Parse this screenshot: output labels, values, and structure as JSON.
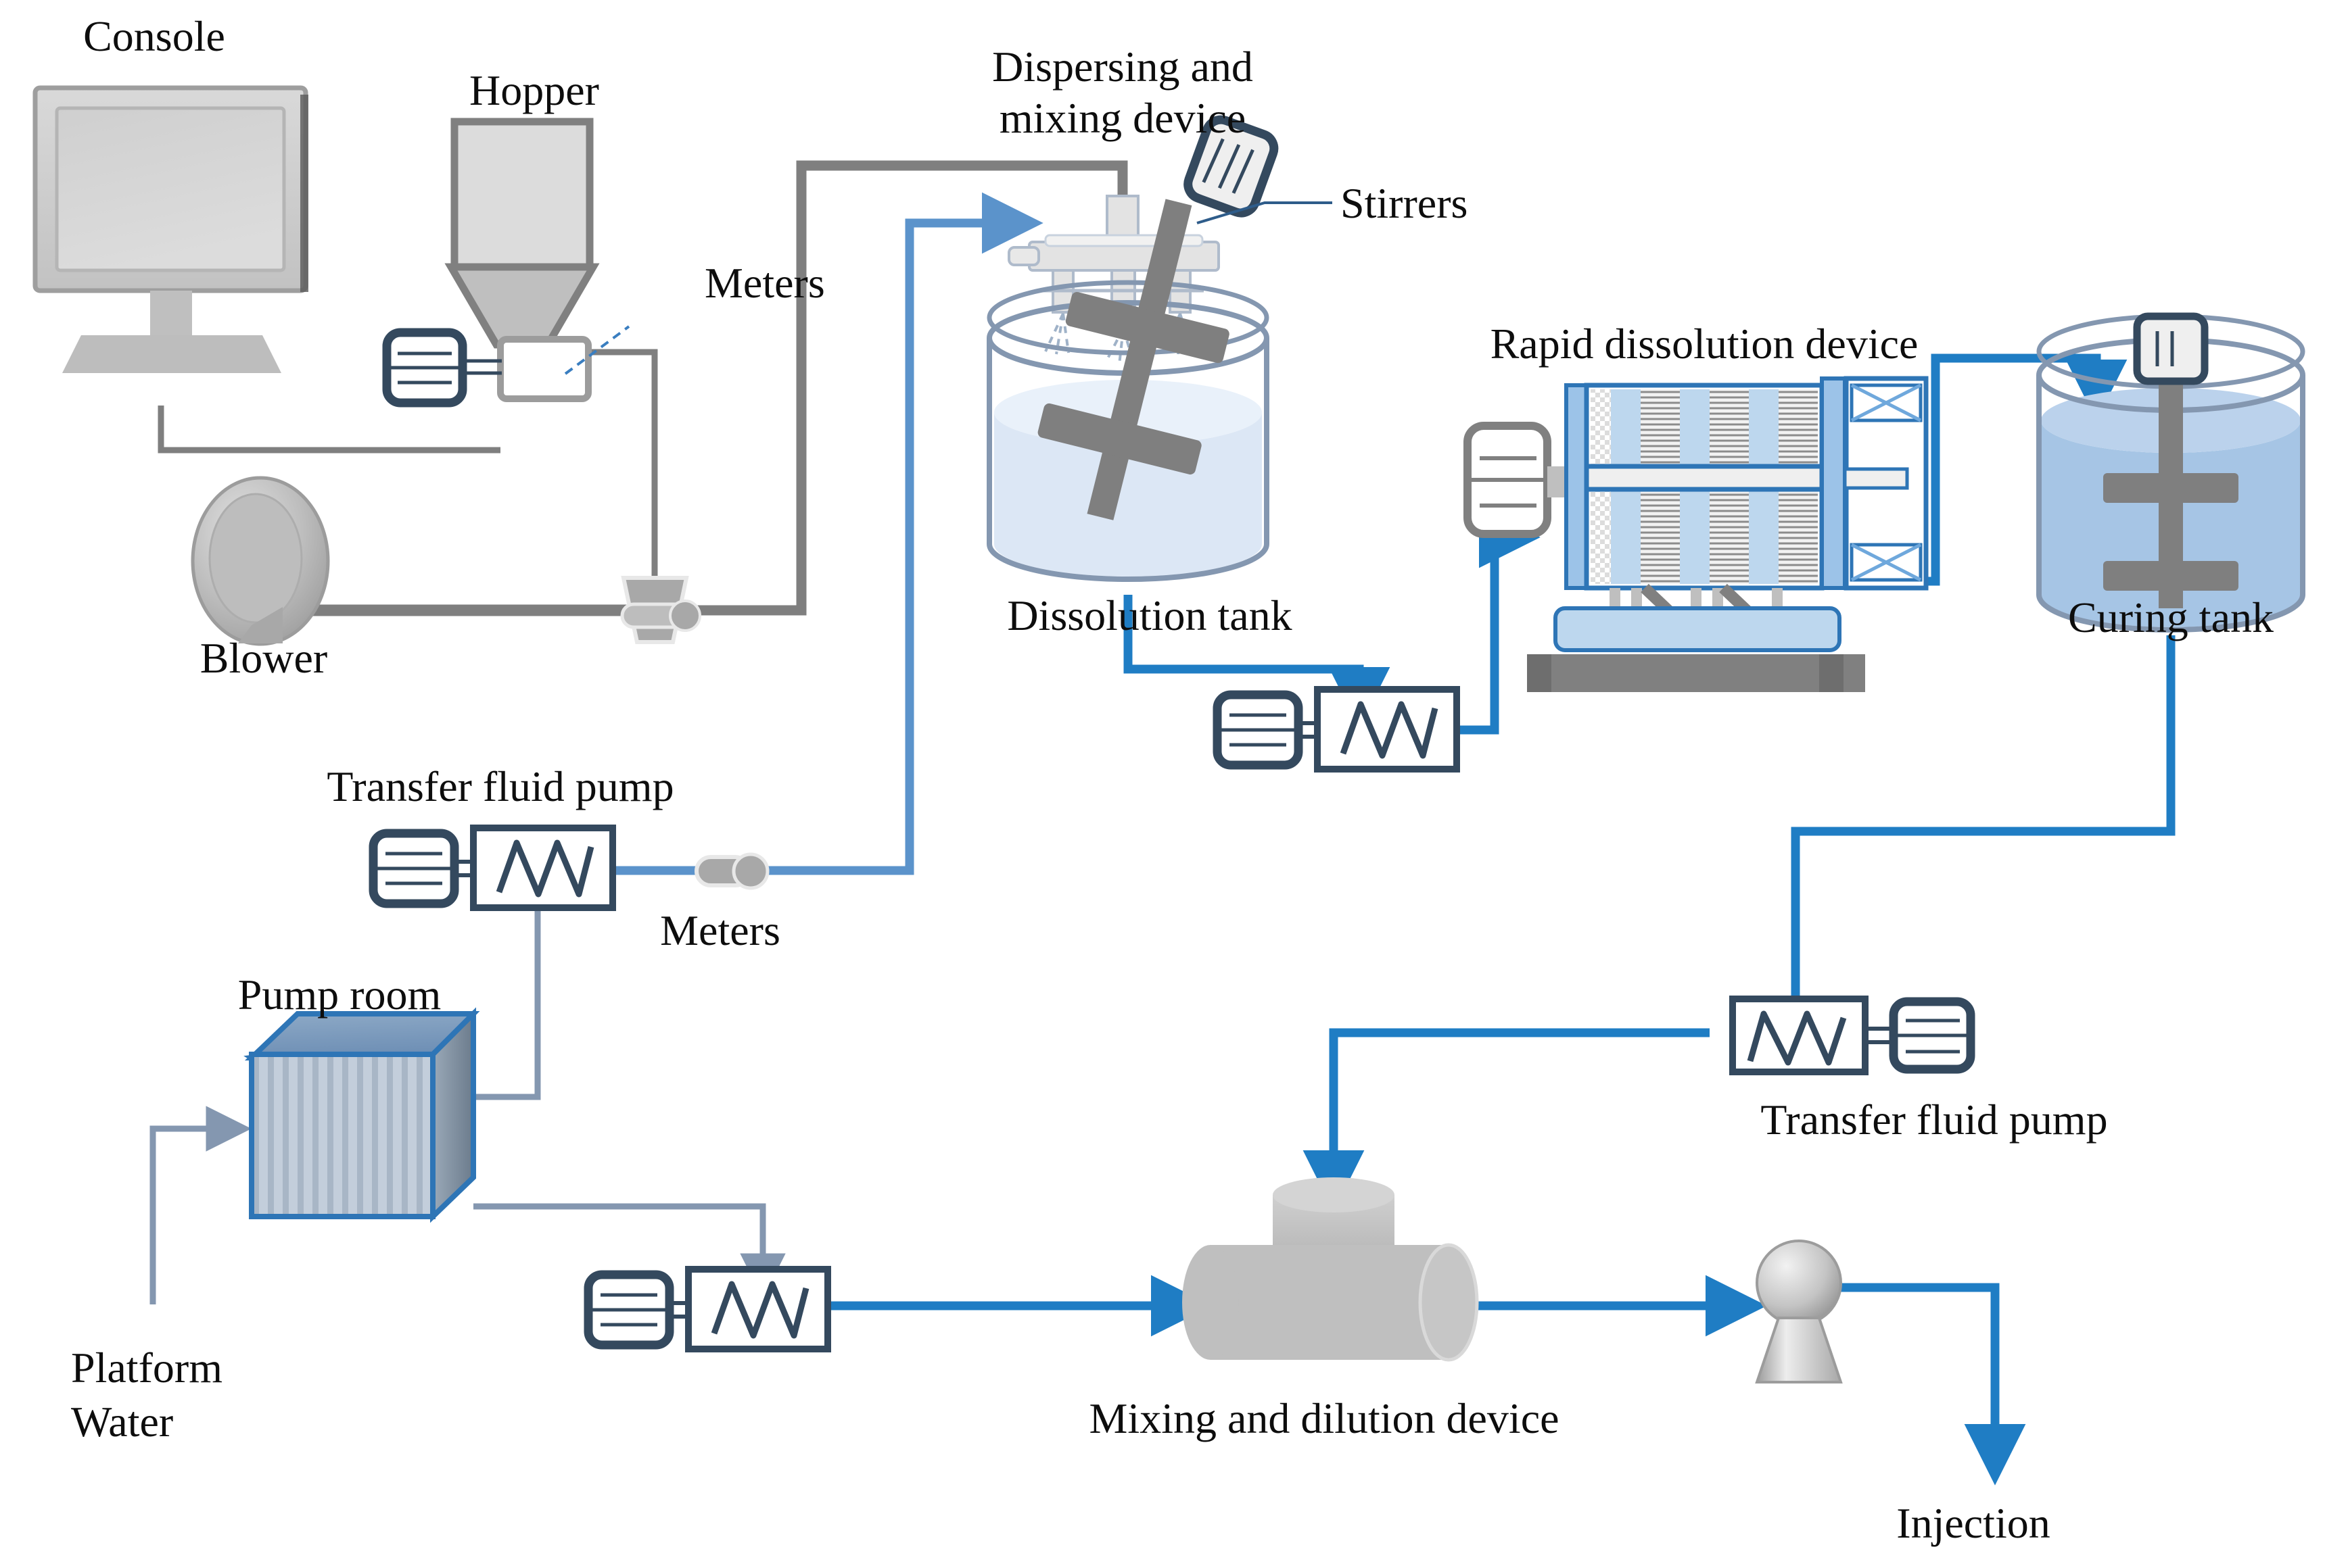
{
  "diagram": {
    "title": "Polymer dissolution, curing and injection process flow",
    "domain": "process-flow-diagram"
  },
  "colors": {
    "pipe_blue": "#1F7DC4",
    "pipe_blue_light": "#6C9FD0",
    "pipe_grey": "#7F7F7F",
    "pipe_steel": "#8497B0",
    "equipment_grey": "#BFBFBF",
    "equipment_grey_dark": "#808080",
    "outline_navy": "#34495E",
    "tank_liquid_light": "#DCE7F5",
    "tank_liquid_dark": "#A6C5E5",
    "tank_outline": "#8497B0",
    "roof_blue": "#6E8FB5",
    "text": "#0D0D0D"
  },
  "labels": {
    "console": "Console",
    "hopper": "Hopper",
    "meters_top": "Meters",
    "dispersing_mixing_device": "Dispersing and\nmixing device",
    "dispersing_line1": "Dispersing and",
    "dispersing_line2": "mixing device",
    "stirrers": "Stirrers",
    "rapid_dissolution_device": "Rapid dissolution device",
    "dissolution_tank": "Dissolution tank",
    "curing_tank": "Curing tank",
    "blower": "Blower",
    "transfer_fluid_pump_left": "Transfer fluid pump",
    "transfer_fluid_pump_right": "Transfer fluid pump",
    "meters_mid": "Meters",
    "pump_room": "Pump room",
    "platform_water_line1": "Platform",
    "platform_water_line2": "Water",
    "mixing_dilution_device": "Mixing and dilution device",
    "injection": "Injection"
  },
  "equipment": [
    {
      "id": "console",
      "name": "Console",
      "type": "monitor"
    },
    {
      "id": "hopper",
      "name": "Hopper",
      "type": "hopper"
    },
    {
      "id": "meter-hopper",
      "name": "Meters",
      "type": "meter-box"
    },
    {
      "id": "blower",
      "name": "Blower",
      "type": "blower"
    },
    {
      "id": "venturi",
      "name": "Venturi",
      "type": "funnel"
    },
    {
      "id": "dispersing-mixing-device",
      "name": "Dispersing and mixing device",
      "type": "spray-head"
    },
    {
      "id": "dissolution-tank",
      "name": "Dissolution tank",
      "type": "tank"
    },
    {
      "id": "stirrers",
      "name": "Stirrers",
      "type": "paddle"
    },
    {
      "id": "pump-dissolution-outlet",
      "name": "Pump",
      "type": "pump"
    },
    {
      "id": "rapid-dissolution-device",
      "name": "Rapid dissolution device",
      "type": "module"
    },
    {
      "id": "curing-tank",
      "name": "Curing tank",
      "type": "tank"
    },
    {
      "id": "transfer-fluid-pump-left",
      "name": "Transfer fluid pump",
      "type": "pump"
    },
    {
      "id": "meter-inline",
      "name": "Meters",
      "type": "inline-meter"
    },
    {
      "id": "pump-room",
      "name": "Pump room",
      "type": "building"
    },
    {
      "id": "pump-platform-water",
      "name": "Pump",
      "type": "pump"
    },
    {
      "id": "transfer-fluid-pump-right",
      "name": "Transfer fluid pump",
      "type": "pump"
    },
    {
      "id": "mixing-dilution-device",
      "name": "Mixing and dilution device",
      "type": "vessel"
    },
    {
      "id": "injection-pump",
      "name": "Injection",
      "type": "injection-pump"
    }
  ],
  "flows": [
    {
      "from": "console",
      "to": "meter-hopper",
      "medium": "signal"
    },
    {
      "from": "hopper",
      "to": "meter-hopper",
      "medium": "powder"
    },
    {
      "from": "blower",
      "to": "venturi",
      "medium": "air"
    },
    {
      "from": "meter-hopper",
      "to": "venturi",
      "medium": "powder"
    },
    {
      "from": "venturi",
      "to": "dispersing-mixing-device",
      "medium": "powder-air"
    },
    {
      "from": "transfer-fluid-pump-left",
      "to": "meter-inline",
      "medium": "water"
    },
    {
      "from": "meter-inline",
      "to": "dispersing-mixing-device",
      "medium": "water"
    },
    {
      "from": "dissolution-tank",
      "to": "pump-dissolution-outlet",
      "medium": "solution"
    },
    {
      "from": "pump-dissolution-outlet",
      "to": "rapid-dissolution-device",
      "medium": "solution"
    },
    {
      "from": "rapid-dissolution-device",
      "to": "curing-tank",
      "medium": "solution"
    },
    {
      "from": "curing-tank",
      "to": "transfer-fluid-pump-right",
      "medium": "solution"
    },
    {
      "from": "transfer-fluid-pump-right",
      "to": "mixing-dilution-device",
      "medium": "solution"
    },
    {
      "from": "pump-room",
      "to": "transfer-fluid-pump-left",
      "medium": "water"
    },
    {
      "from": "pump-room",
      "to": "pump-platform-water",
      "medium": "water"
    },
    {
      "from": "pump-platform-water",
      "to": "mixing-dilution-device",
      "medium": "water"
    },
    {
      "from": "mixing-dilution-device",
      "to": "injection-pump",
      "medium": "diluted-solution"
    },
    {
      "from": "injection-pump",
      "to": "injection",
      "medium": "diluted-solution"
    }
  ]
}
